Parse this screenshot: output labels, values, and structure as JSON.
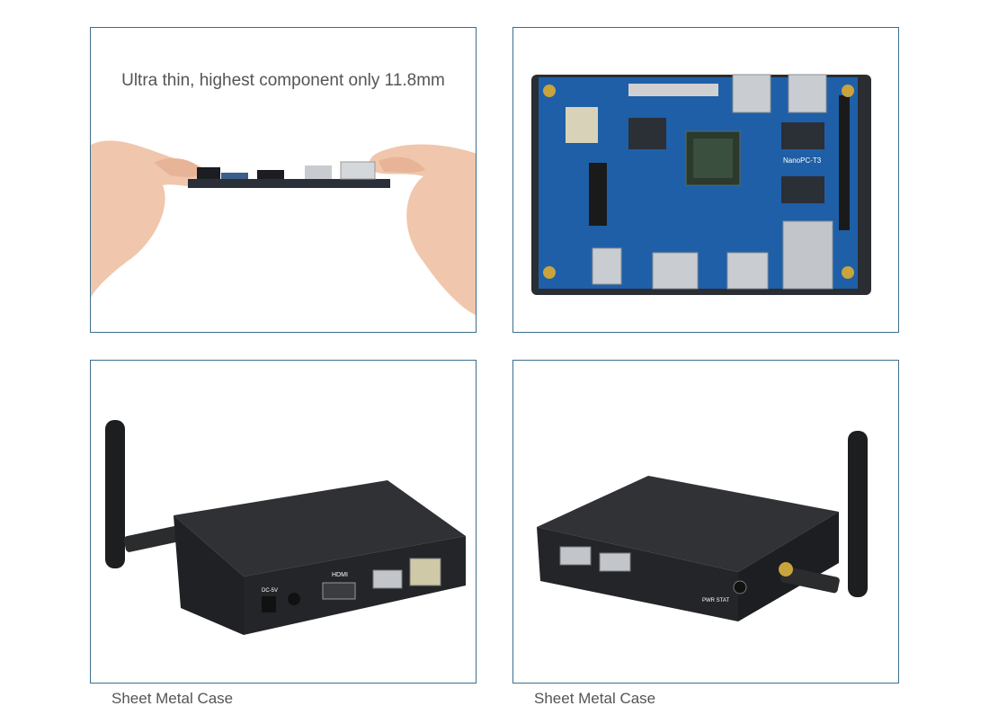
{
  "panels": {
    "thin_board": {
      "caption": "Ultra thin, highest component only 11.8mm"
    },
    "board_top": {
      "board_label": "NanoPC-T3"
    },
    "case_back": {
      "caption": "Sheet Metal Case",
      "port_label_video": "HDMI",
      "port_label_power": "DC-5V"
    },
    "case_front": {
      "caption": "Sheet Metal Case",
      "button_label": "PWR STAT"
    }
  },
  "colors": {
    "panel_border": "#3d6f8e",
    "pcb_blue": "#1f5fa8",
    "case_black": "#232528"
  }
}
